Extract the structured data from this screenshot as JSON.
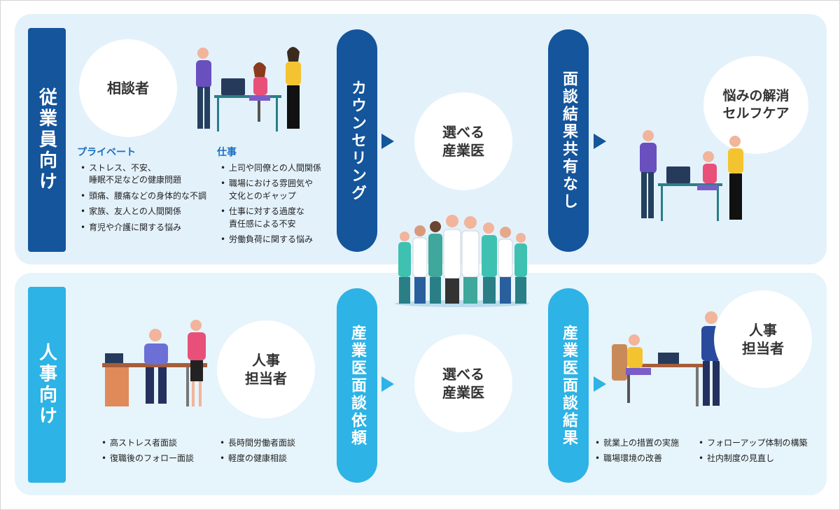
{
  "employee_section": {
    "side_label": "従業員向け",
    "consultant_circle": "相談者",
    "private": {
      "title": "プライベート",
      "items": [
        "ストレス、不安、\n睡眠不足などの健康問題",
        "頭痛、腰痛などの身体的な不調",
        "家族、友人との人間関係",
        "育児や介護に関する悩み"
      ]
    },
    "work": {
      "title": "仕事",
      "items": [
        "上司や同僚との人間関係",
        "職場における雰囲気や\n文化とのギャップ",
        "仕事に対する過度な\n責任感による不安",
        "労働負荷に関する悩み"
      ]
    },
    "counseling_pill": "カウンセリング",
    "doctor_circle": "選べる\n産業医",
    "result_pill": "面談結果共有なし",
    "resolve_circle": "悩みの解消\nセルフケア"
  },
  "hr_section": {
    "side_label": "人事向け",
    "hr_circle": "人事\n担当者",
    "items_left": [
      "高ストレス者面談",
      "復職後のフォロー面談"
    ],
    "items_right": [
      "長時間労働者面談",
      "軽度の健康相談"
    ],
    "request_pill": "産業医面談依頼",
    "doctor_circle": "選べる\n産業医",
    "result_pill": "産業医面談結果",
    "hr_circle_right": "人事\n担当者",
    "results_left": [
      "就業上の措置の実施",
      "職場環境の改善"
    ],
    "results_right": [
      "フォローアップ体制の構築",
      "社内制度の見直し"
    ]
  },
  "colors": {
    "dark_blue": "#14559b",
    "light_blue": "#2db3e5",
    "panel_bg": "#e3f1fb"
  },
  "icons": [
    "person-consulting-illustration",
    "doctors-group-illustration",
    "office-meeting-illustration",
    "office-desk-illustration",
    "relieved-people-illustration"
  ]
}
